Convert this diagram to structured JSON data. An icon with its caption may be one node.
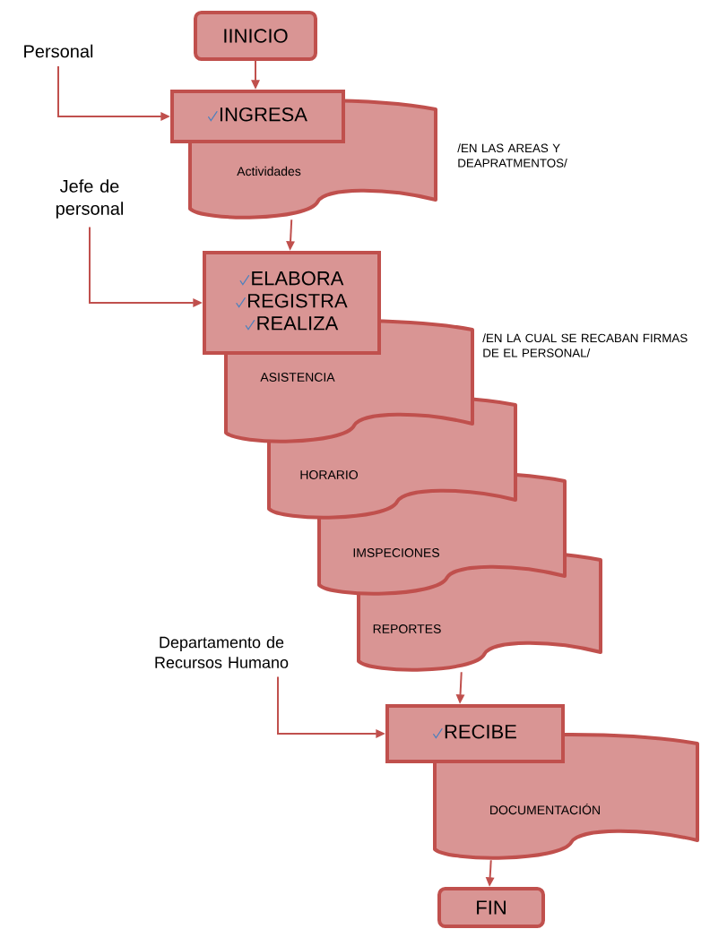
{
  "diagram": {
    "nodes": [
      {
        "text": [
          "IINICIO"
        ]
      },
      {
        "text": [
          "Personal"
        ]
      },
      {
        "text": [
          "INGRESA"
        ]
      },
      {
        "text": [
          "Actividades"
        ],
        "beside": [
          "/EN LAS AREAS Y DEAPRATMENTOS/"
        ]
      },
      {
        "text": [
          "Jefe de personal"
        ]
      },
      {
        "text": [
          "ELABORA",
          "REGISTRA",
          "REALIZA"
        ]
      },
      {
        "text": [
          "ASISTENCIA"
        ],
        "beside": [
          "/EN LA CUAL SE RECABAN FIRMAS DE EL PERSONAL/"
        ]
      },
      {
        "text": [
          "HORARIO"
        ]
      },
      {
        "text": [
          "IMSPECIONES"
        ]
      },
      {
        "text": [
          "REPORTES"
        ]
      },
      {
        "text": [
          "Departamento de Recursos Humano"
        ]
      },
      {
        "text": [
          "RECIBE"
        ]
      },
      {
        "text": [
          "DOCUMENTACIÓN"
        ]
      },
      {
        "text": [
          "FIN"
        ]
      }
    ],
    "edges": [
      {
        "from": 0,
        "to": 2,
        "arrow": "to"
      },
      {
        "from": 1,
        "to": 2,
        "arrow": "to"
      },
      {
        "from": 3,
        "to": 5,
        "arrow": "to"
      },
      {
        "from": 4,
        "to": 5,
        "arrow": "to"
      },
      {
        "from": 9,
        "to": 11,
        "arrow": "to"
      },
      {
        "from": 10,
        "to": 11,
        "arrow": "to"
      },
      {
        "from": 12,
        "to": 13,
        "arrow": "to"
      }
    ]
  }
}
